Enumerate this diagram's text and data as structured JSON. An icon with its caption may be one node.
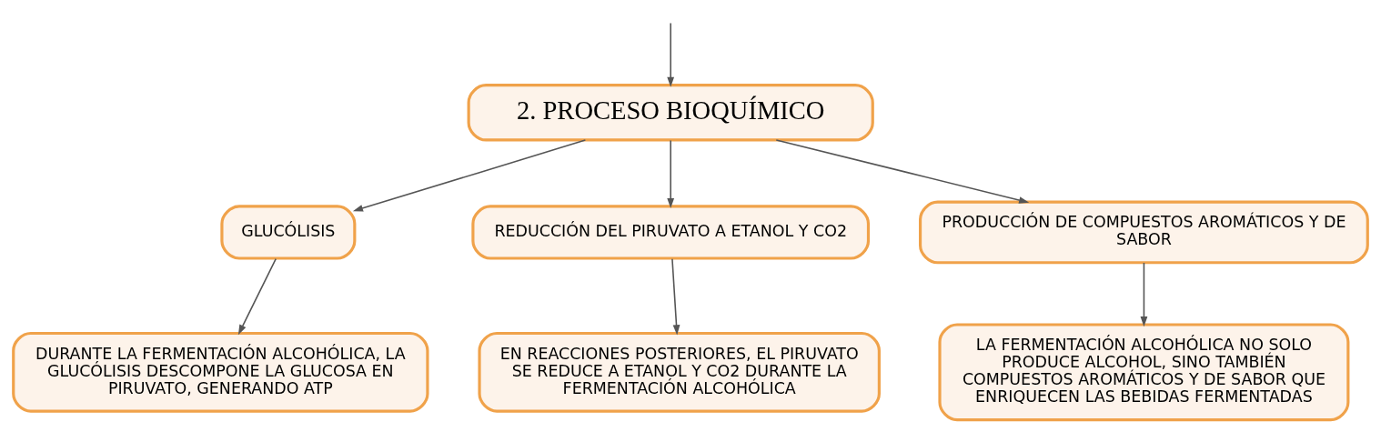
{
  "diagram": {
    "nodes": [
      {
        "text": [
          "2. PROCESO BIOQUÍMICO"
        ]
      },
      {
        "text": [
          "GLUCÓLISIS"
        ]
      },
      {
        "text": [
          "REDUCCIÓN DEL PIRUVATO A ETANOL Y CO2"
        ]
      },
      {
        "text": [
          "PRODUCCIÓN DE COMPUESTOS AROMÁTICOS Y DE SABOR"
        ]
      },
      {
        "text": [
          "DURANTE LA FERMENTACIÓN ALCOHÓLICA, LA GLUCÓLISIS DESCOMPONE LA GLUCOSA EN PIRUVATO, GENERANDO ATP"
        ]
      },
      {
        "text": [
          "EN REACCIONES POSTERIORES, EL PIRUVATO SE REDUCE A ETANOL Y CO2 DURANTE LA FERMENTACIÓN ALCOHÓLICA"
        ]
      },
      {
        "text": [
          "LA FERMENTACIÓN ALCOHÓLICA NO SOLO PRODUCE ALCOHOL, SINO TAMBIÉN COMPUESTOS AROMÁTICOS Y DE SABOR QUE ENRIQUECEN LAS BEBIDAS FERMENTADAS"
        ]
      }
    ],
    "edges": [
      {
        "from": null,
        "to": 0,
        "arrow": "to"
      },
      {
        "from": 0,
        "to": 1,
        "arrow": "to"
      },
      {
        "from": 0,
        "to": 2,
        "arrow": "to"
      },
      {
        "from": 0,
        "to": 3,
        "arrow": "to"
      },
      {
        "from": 1,
        "to": 4,
        "arrow": "to"
      },
      {
        "from": 2,
        "to": 5,
        "arrow": "to"
      },
      {
        "from": 3,
        "to": 6,
        "arrow": "to"
      }
    ]
  }
}
